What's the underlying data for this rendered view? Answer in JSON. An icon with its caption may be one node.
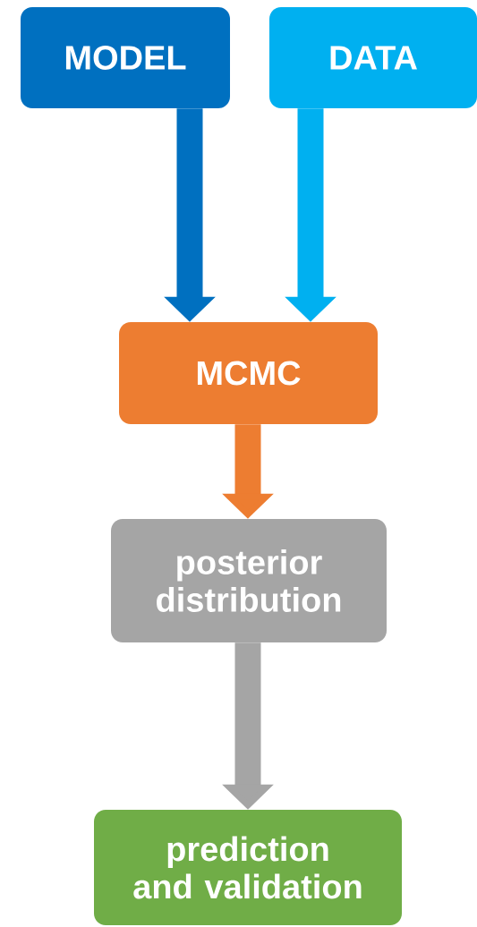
{
  "diagram": {
    "nodes": [
      {
        "text": [
          "MODEL"
        ]
      },
      {
        "text": [
          "DATA"
        ]
      },
      {
        "text": [
          "MCMC"
        ]
      },
      {
        "text": [
          "posterior distribution"
        ]
      },
      {
        "text": [
          "prediction and validation"
        ]
      }
    ],
    "edges": [
      {
        "from": 0,
        "to": 2,
        "arrow": "to",
        "color": "#0070c0"
      },
      {
        "from": 1,
        "to": 2,
        "arrow": "to",
        "color": "#00b0f0"
      },
      {
        "from": 2,
        "to": 3,
        "arrow": "to",
        "color": "#ed7d31"
      },
      {
        "from": 3,
        "to": 4,
        "arrow": "to",
        "color": "#a5a5a5"
      }
    ]
  }
}
